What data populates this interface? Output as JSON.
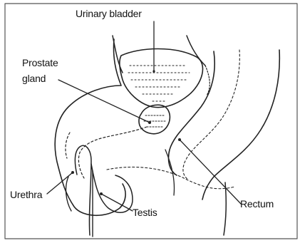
{
  "labels": {
    "urinary_bladder": "Urinary bladder",
    "prostate_line1": "Prostate",
    "prostate_line2": "gland",
    "urethra": "Urethra",
    "testis": "Testis",
    "rectum": "Rectum"
  },
  "colors": {
    "line": "#222222",
    "frame": "#555555",
    "background": "#ffffff"
  }
}
